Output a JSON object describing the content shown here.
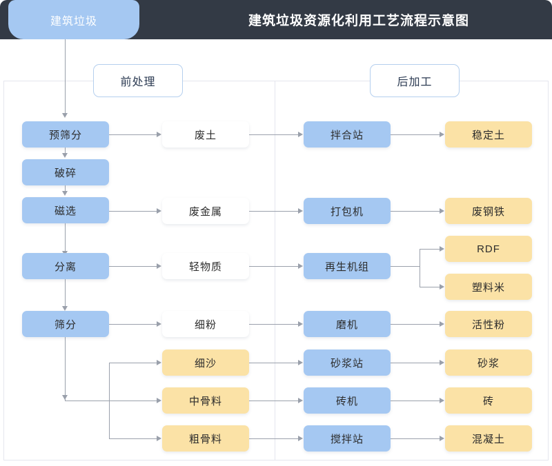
{
  "header": {
    "tab_label": "建筑垃圾",
    "title": "建筑垃圾资源化利用工艺流程示意图",
    "bar_color": "#333a45",
    "tab_color": "#a5c8f2"
  },
  "sections": {
    "pre_label": "前处理",
    "post_label": "后加工"
  },
  "colors": {
    "process_blue": "#a5c8f2",
    "intermediate_white": "#ffffff",
    "product_amber": "#fbe2a6",
    "connector": "#9aa0ab",
    "panel_border": "#e4e6ee"
  },
  "chart_data": {
    "type": "flowchart",
    "title": "建筑垃圾资源化利用工艺流程示意图",
    "source_node": "建筑垃圾",
    "columns": [
      {
        "name": "pre_process",
        "kind": "process",
        "color": "#a5c8f2"
      },
      {
        "name": "intermediate",
        "kind": "material",
        "color": "#ffffff"
      },
      {
        "name": "post_process",
        "kind": "process",
        "color": "#a5c8f2"
      },
      {
        "name": "product",
        "kind": "product",
        "color": "#fbe2a6"
      }
    ],
    "nodes": [
      {
        "id": "n1",
        "label": "预筛分",
        "column": "pre_process",
        "style": "blue"
      },
      {
        "id": "n2",
        "label": "破碎",
        "column": "pre_process",
        "style": "blue"
      },
      {
        "id": "n3",
        "label": "磁选",
        "column": "pre_process",
        "style": "blue"
      },
      {
        "id": "n4",
        "label": "分离",
        "column": "pre_process",
        "style": "blue"
      },
      {
        "id": "n5",
        "label": "筛分",
        "column": "pre_process",
        "style": "blue"
      },
      {
        "id": "m1",
        "label": "废土",
        "column": "intermediate",
        "style": "white"
      },
      {
        "id": "m2",
        "label": "废金属",
        "column": "intermediate",
        "style": "white"
      },
      {
        "id": "m3",
        "label": "轻物质",
        "column": "intermediate",
        "style": "white"
      },
      {
        "id": "m4",
        "label": "细粉",
        "column": "intermediate",
        "style": "white"
      },
      {
        "id": "m5",
        "label": "细沙",
        "column": "intermediate",
        "style": "amber"
      },
      {
        "id": "m6",
        "label": "中骨料",
        "column": "intermediate",
        "style": "amber"
      },
      {
        "id": "m7",
        "label": "粗骨料",
        "column": "intermediate",
        "style": "amber"
      },
      {
        "id": "p1",
        "label": "拌合站",
        "column": "post_process",
        "style": "blue"
      },
      {
        "id": "p2",
        "label": "打包机",
        "column": "post_process",
        "style": "blue"
      },
      {
        "id": "p3",
        "label": "再生机组",
        "column": "post_process",
        "style": "blue"
      },
      {
        "id": "p4",
        "label": "磨机",
        "column": "post_process",
        "style": "blue"
      },
      {
        "id": "p5",
        "label": "砂浆站",
        "column": "post_process",
        "style": "blue"
      },
      {
        "id": "p6",
        "label": "砖机",
        "column": "post_process",
        "style": "blue"
      },
      {
        "id": "p7",
        "label": "搅拌站",
        "column": "post_process",
        "style": "blue"
      },
      {
        "id": "r1",
        "label": "稳定土",
        "column": "product",
        "style": "amber"
      },
      {
        "id": "r2",
        "label": "废钢铁",
        "column": "product",
        "style": "amber"
      },
      {
        "id": "r3",
        "label": "RDF",
        "column": "product",
        "style": "amber"
      },
      {
        "id": "r4",
        "label": "塑料米",
        "column": "product",
        "style": "amber"
      },
      {
        "id": "r5",
        "label": "活性粉",
        "column": "product",
        "style": "amber"
      },
      {
        "id": "r6",
        "label": "砂浆",
        "column": "product",
        "style": "amber"
      },
      {
        "id": "r7",
        "label": "砖",
        "column": "product",
        "style": "amber"
      },
      {
        "id": "r8",
        "label": "混凝土",
        "column": "product",
        "style": "amber"
      }
    ],
    "edges": [
      {
        "from": "建筑垃圾",
        "to": "n1"
      },
      {
        "from": "n1",
        "to": "n2"
      },
      {
        "from": "n2",
        "to": "n3"
      },
      {
        "from": "n3",
        "to": "n4"
      },
      {
        "from": "n4",
        "to": "n5"
      },
      {
        "from": "n1",
        "to": "m1"
      },
      {
        "from": "n3",
        "to": "m2"
      },
      {
        "from": "n4",
        "to": "m3"
      },
      {
        "from": "n5",
        "to": "m4"
      },
      {
        "from": "n5",
        "to": "m5"
      },
      {
        "from": "n5",
        "to": "m6"
      },
      {
        "from": "n5",
        "to": "m7"
      },
      {
        "from": "m1",
        "to": "p1"
      },
      {
        "from": "m2",
        "to": "p2"
      },
      {
        "from": "m3",
        "to": "p3"
      },
      {
        "from": "m4",
        "to": "p4"
      },
      {
        "from": "m5",
        "to": "p5"
      },
      {
        "from": "m6",
        "to": "p6"
      },
      {
        "from": "m7",
        "to": "p7"
      },
      {
        "from": "p1",
        "to": "r1"
      },
      {
        "from": "p2",
        "to": "r2"
      },
      {
        "from": "p3",
        "to": "r3"
      },
      {
        "from": "p3",
        "to": "r4"
      },
      {
        "from": "p4",
        "to": "r5"
      },
      {
        "from": "p5",
        "to": "r6"
      },
      {
        "from": "p6",
        "to": "r7"
      },
      {
        "from": "p7",
        "to": "r8"
      }
    ]
  }
}
